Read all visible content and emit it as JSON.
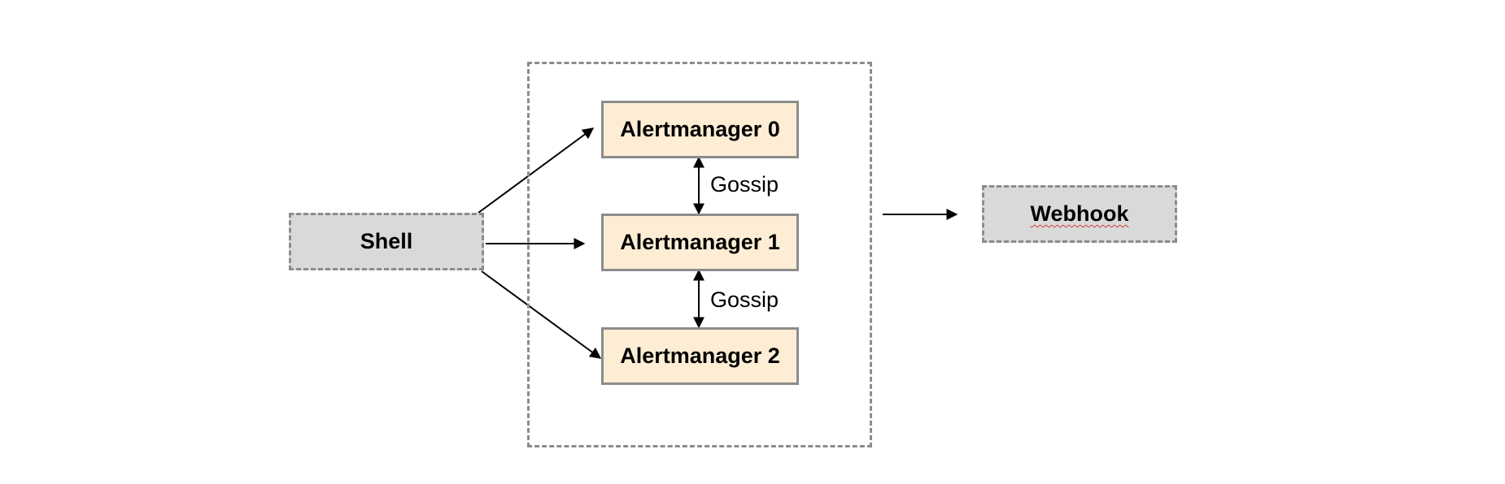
{
  "shell": {
    "label": "Shell"
  },
  "cluster": {
    "nodes": [
      {
        "label": "Alertmanager 0"
      },
      {
        "label": "Alertmanager 1"
      },
      {
        "label": "Alertmanager 2"
      }
    ],
    "gossip_labels": [
      "Gossip",
      "Gossip"
    ]
  },
  "webhook": {
    "label": "Webhook"
  },
  "colors": {
    "node_fill": "#fdedd4",
    "dashed_fill": "#d9d9d9",
    "border": "#8c8c8c",
    "spellcheck_underline": "#d43a3a"
  }
}
